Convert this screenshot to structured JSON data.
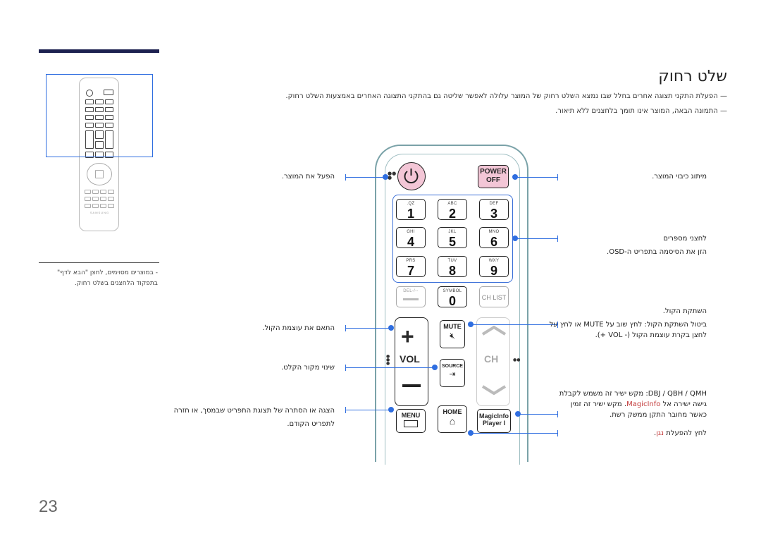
{
  "page": {
    "title": "שלט רחוק",
    "page_number": "23",
    "notes": [
      "— הפעלת התקני תצוגה אחרים בחלל שבו נמצא השלט רחוק של המוצר עלולה לאפשר שליטה גם בהתקני התצוגה האחרים באמצעות השלט רחוק.",
      "— התמונה הבאה, המוצר אינו תומך בלחצנים ללא תיאור."
    ],
    "side_note": "- במוצרים מסוימים, לחצן \"הבא לדף\" בתפקוד הלחצנים בשלט רחוק."
  },
  "labels_left": {
    "power": "הפעל את המוצר.",
    "mute": "התאם את עוצמת הקול.",
    "source": "שינוי מקור הקלט.",
    "menu_line1": "הצגה או הסתרה של תצוגת התפריט שבמסך, או חזרה",
    "menu_line2": "לתפריט הקודם."
  },
  "labels_right": {
    "power_off": "מיתוג כיבוי המוצר.",
    "numbers_line1": "לחצני מספרים",
    "numbers_line2": "הזן את הסיסמה בתפריט ה-OSD.",
    "volume_line1": "השתקת הקול.",
    "volume_line2": "ביטול השתקת הקול: לחץ שוב על MUTE או לחץ על",
    "volume_line3": "לחצן בקרת עוצמת הקול (- VOL +).",
    "magic_line1": "DBJ / QBH / QMH: מקש ישיר זה משמש לקבלת",
    "magic_line2_a": "גישה ישירה אל ",
    "magic_line2_hl": "MagicInfo",
    "magic_line2_b": ". מקש ישיר זה זמין",
    "magic_line3": "כאשר מחובר התקן ממשק רשת.",
    "player_a": "לחץ להפעלת ",
    "player_hl": "נגן",
    "player_b": "."
  },
  "remote": {
    "power_off_top": "POWER",
    "power_off_bottom": "OFF",
    "numpad": [
      {
        "sub": ".QZ",
        "num": "1"
      },
      {
        "sub": "ABC",
        "num": "2"
      },
      {
        "sub": "DEF",
        "num": "3"
      },
      {
        "sub": "GHI",
        "num": "4"
      },
      {
        "sub": "JKL",
        "num": "5"
      },
      {
        "sub": "MNO",
        "num": "6"
      },
      {
        "sub": "PRS",
        "num": "7"
      },
      {
        "sub": "TUV",
        "num": "8"
      },
      {
        "sub": "WXY",
        "num": "9"
      }
    ],
    "del_label": "DEL-/--",
    "symbol_label": "SYMBOL",
    "zero_label": "0",
    "chlist_label": "CH LIST",
    "mute_label": "MUTE",
    "vol_label": "VOL",
    "ch_label": "CH",
    "source_label": "SOURCE",
    "menu_label": "MENU",
    "home_label": "HOME",
    "magicinfo_line1": "MagicInfo",
    "magicinfo_line2": "Player I",
    "thumb_brand": "SAMSUNG"
  },
  "colors": {
    "accent": "#2f6ee0",
    "highlight": "#c33a3a",
    "power_pink": "#f3c6d6"
  }
}
